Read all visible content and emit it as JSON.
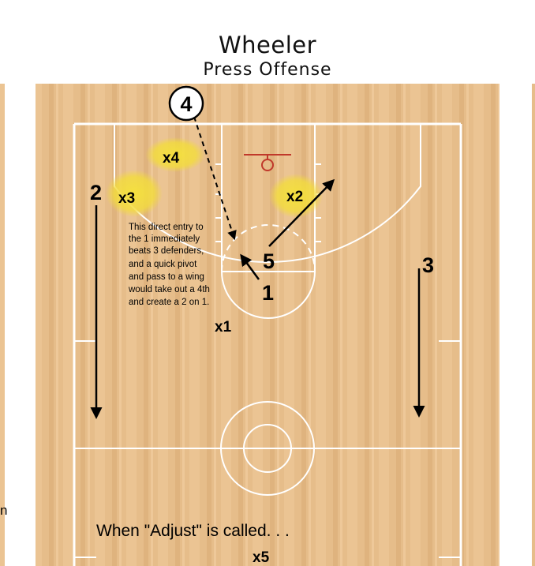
{
  "title": "Wheeler",
  "subtitle": "Press Offense",
  "offense": {
    "p1": "1",
    "p2": "2",
    "p3": "3",
    "p4": "4",
    "p5": "5"
  },
  "defense": {
    "x1": "x1",
    "x2": "x2",
    "x3": "x3",
    "x4": "x4",
    "x5": "x5"
  },
  "note_lines": [
    "This direct entry to",
    "the 1 immediately",
    "beats 3 defenders,",
    "and a quick pivot",
    "and pass to a wing",
    "would take out a 4th",
    "and create a 2 on 1."
  ],
  "adjust_text": "When \"Adjust\" is called. . .",
  "left_edge_fragment": "n",
  "colors": {
    "court_wood": "#e8bf8c",
    "court_lines": "#ffffff",
    "defender_highlight": "#f3de3a",
    "rim": "#c0392b"
  }
}
